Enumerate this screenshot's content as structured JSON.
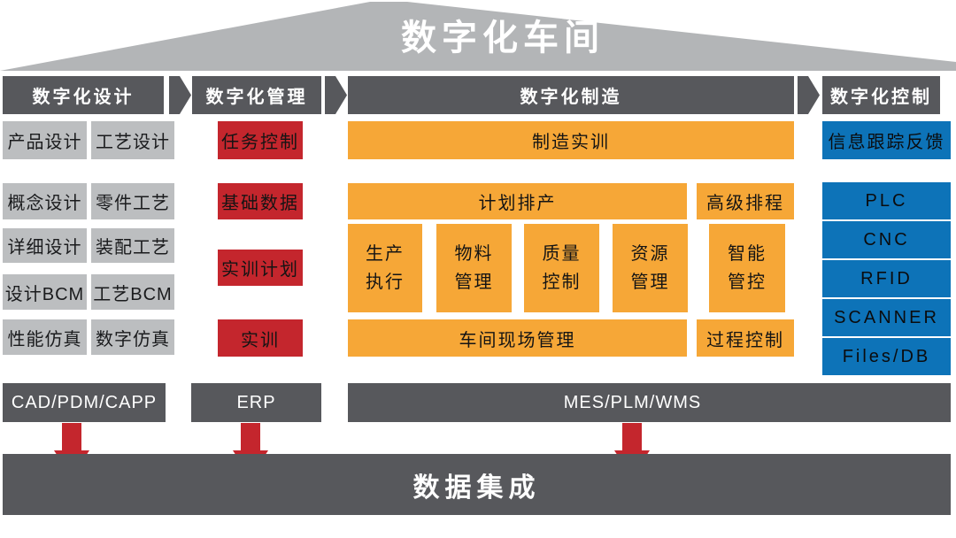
{
  "banner": {
    "title": "数字化车间"
  },
  "design": {
    "header": "数字化设计",
    "grid": [
      [
        "产品设计",
        "工艺设计"
      ],
      [
        "概念设计",
        "零件工艺"
      ],
      [
        "详细设计",
        "装配工艺"
      ],
      [
        "设计BCM",
        "工艺BCM"
      ],
      [
        "性能仿真",
        "数字仿真"
      ]
    ],
    "system": "CAD/PDM/CAPP"
  },
  "management": {
    "header": "数字化管理",
    "items": [
      "任务控制",
      "基础数据",
      "实训计划",
      "实训"
    ],
    "system": "ERP"
  },
  "manufacturing": {
    "header": "数字化制造",
    "training": "制造实训",
    "planning": "计划排产",
    "advanced_scheduling": "高级排程",
    "modules": [
      "生产\n执行",
      "物料\n管理",
      "质量\n控制",
      "资源\n管理",
      "智能\n管控"
    ],
    "shopfloor": "车间现场管理",
    "process_control": "过程控制",
    "system": "MES/PLM/WMS"
  },
  "control": {
    "header": "数字化控制",
    "feedback": "信息跟踪反馈",
    "devices": [
      "PLC",
      "CNC",
      "RFID",
      "SCANNER",
      "Files/DB"
    ]
  },
  "integration": {
    "label": "数据集成"
  },
  "colors": {
    "dark_gray": "#57585C",
    "roof_gray": "#B3B5B7",
    "box_gray": "#BCBEC0",
    "red": "#C4262D",
    "orange": "#F6A737",
    "blue": "#0D73B8"
  }
}
